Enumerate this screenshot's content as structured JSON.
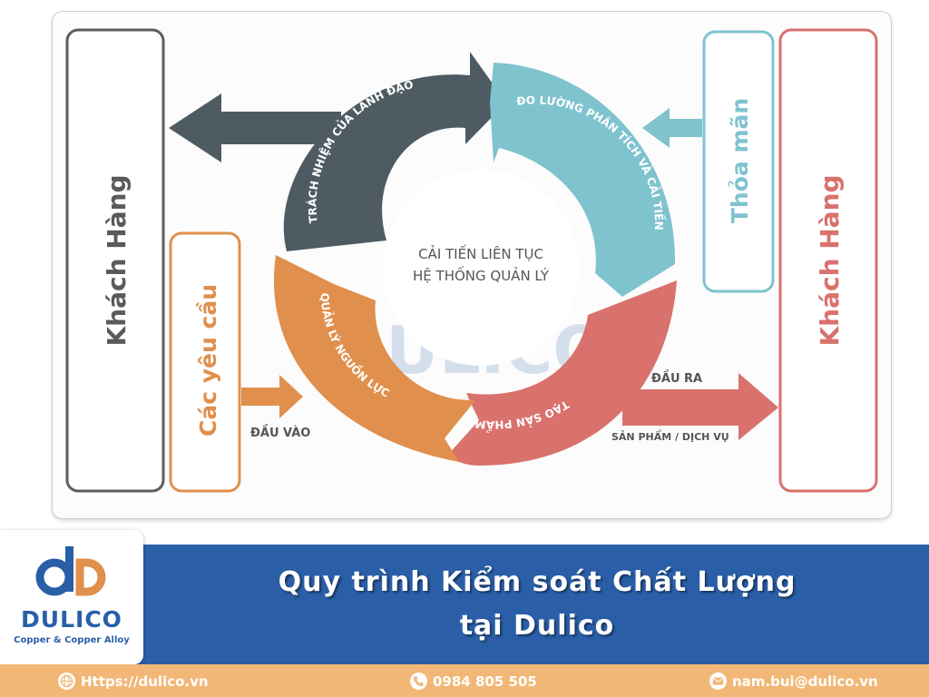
{
  "diagram": {
    "left_box": "Khách Hàng",
    "right_box": "Khách Hàng",
    "requirements": "Các yêu cầu",
    "satisfaction": "Thỏa mãn",
    "input_label": "ĐẦU VÀO",
    "output_label": "ĐẦU RA",
    "output_sub": "SẢN PHẨM / DỊCH VỤ",
    "center_line1": "CẢI TIẾN LIÊN TỤC",
    "center_line2": "HỆ THỐNG QUẢN LÝ",
    "segments": [
      {
        "label": "TRÁCH NHIỆM CỦA LÃNH ĐẠO",
        "color": "#4f5b63"
      },
      {
        "label": "ĐO LƯỜNG PHÂN TÍCH VÀ CẢI TIẾN",
        "color": "#7fc3cf"
      },
      {
        "label": "TẠO SẢN PHẨM",
        "color": "#d9716d"
      },
      {
        "label": "QUẢN LÝ NGUỒN LỰC",
        "color": "#e08f4c"
      }
    ],
    "watermark": "DULICO",
    "watermark_sub": "Copper & Copper Alloy"
  },
  "banner": {
    "title_line1": "Quy trình Kiểm soát Chất Lượng",
    "title_line2": "tại Dulico"
  },
  "logo": {
    "name": "DULICO",
    "tagline": "Copper & Copper Alloy"
  },
  "footer": {
    "website": "Https://dulico.vn",
    "phone": "0984 805 505",
    "email": "nam.bui@dulico.vn"
  },
  "colors": {
    "banner_blue": "#2a5fa8",
    "footer_orange": "#f2b776",
    "dark_segment": "#4f5b63",
    "teal_segment": "#7fc3cf",
    "red_segment": "#d9716d",
    "orange_segment": "#e08f4c",
    "left_customer_border": "#5d5d5d",
    "right_customer_border": "#d9716d"
  },
  "icons": [
    "globe-icon",
    "phone-icon",
    "mail-icon"
  ]
}
